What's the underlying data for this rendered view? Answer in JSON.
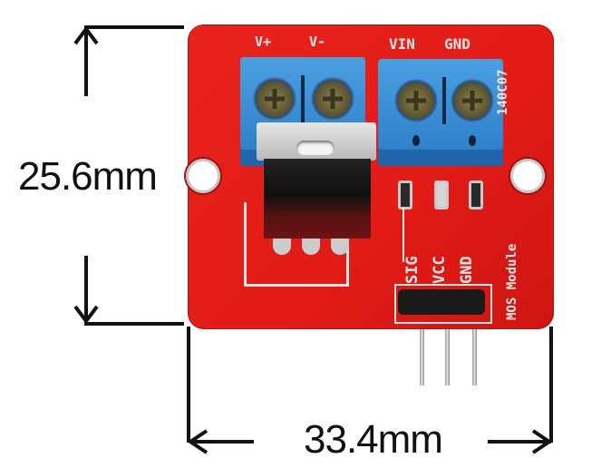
{
  "dimensions": {
    "height_label": "25.6mm",
    "width_label": "33.4mm"
  },
  "board": {
    "terminal_labels": [
      "V+",
      "V-",
      "VIN",
      "GND"
    ],
    "batch_code": "140C07",
    "module_name": "MOS Module",
    "pin_labels": [
      "SIG",
      "VCC",
      "GND"
    ],
    "colors": {
      "pcb": "#e11b16",
      "terminal": "#3c8ad6",
      "silkscreen": "#f3e6e6",
      "annotation": "#111111"
    }
  }
}
